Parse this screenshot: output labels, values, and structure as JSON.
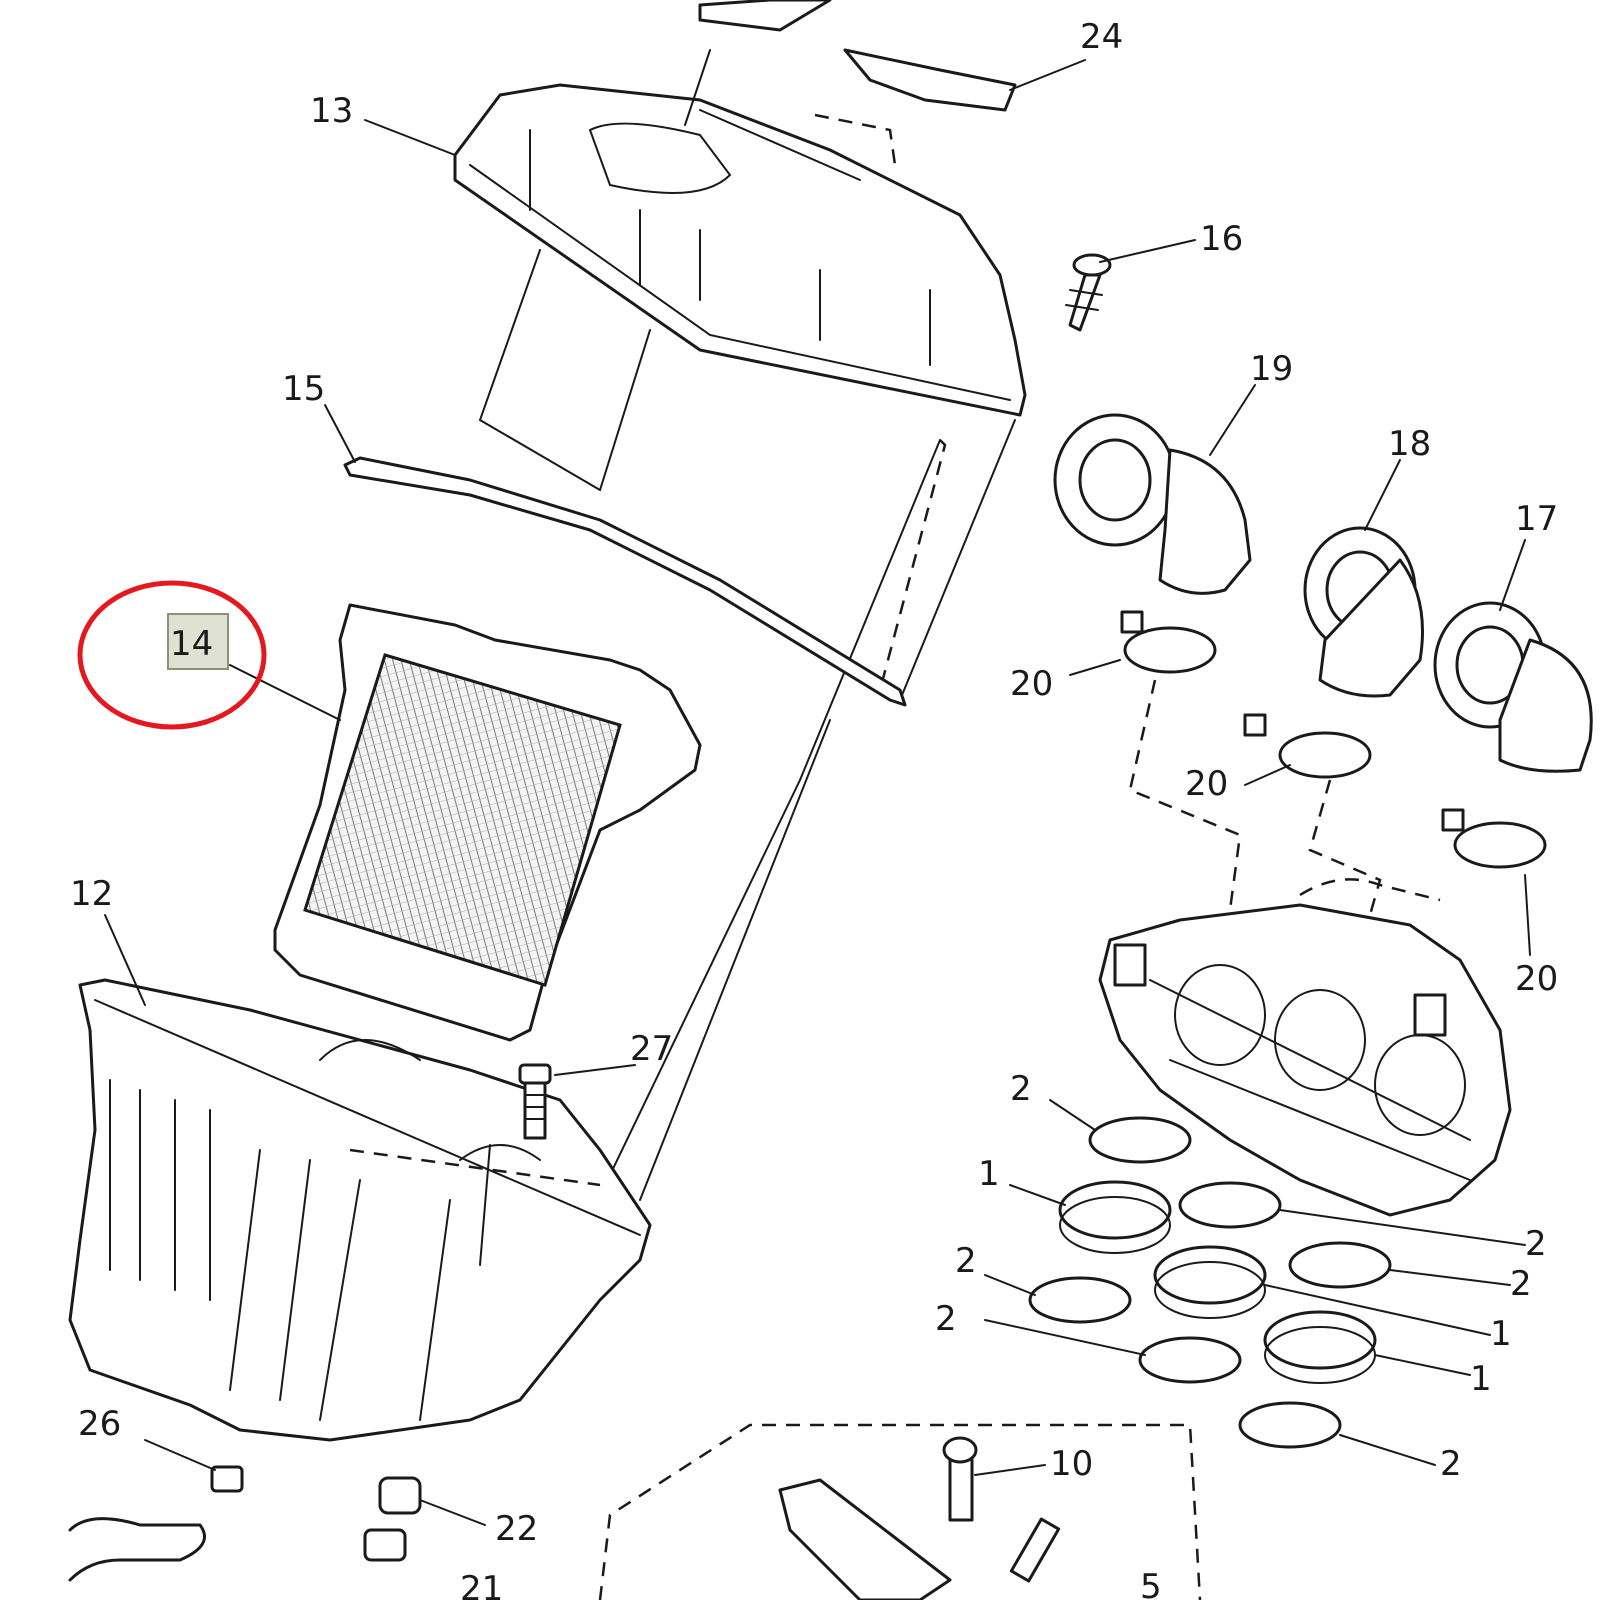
{
  "diagram": {
    "highlight": {
      "part": "14",
      "circle_color": "#e3191f",
      "box_color": "#dfe2d2"
    },
    "callouts": [
      {
        "id": "c24",
        "label": "24"
      },
      {
        "id": "c13",
        "label": "13"
      },
      {
        "id": "c16",
        "label": "16"
      },
      {
        "id": "c19",
        "label": "19"
      },
      {
        "id": "c15",
        "label": "15"
      },
      {
        "id": "c18",
        "label": "18"
      },
      {
        "id": "c17",
        "label": "17"
      },
      {
        "id": "c14",
        "label": "14"
      },
      {
        "id": "c20a",
        "label": "20"
      },
      {
        "id": "c20b",
        "label": "20"
      },
      {
        "id": "c20c",
        "label": "20"
      },
      {
        "id": "c12",
        "label": "12"
      },
      {
        "id": "c27",
        "label": "27"
      },
      {
        "id": "c2a",
        "label": "2"
      },
      {
        "id": "c1a",
        "label": "1"
      },
      {
        "id": "c2b",
        "label": "2"
      },
      {
        "id": "c2c",
        "label": "2"
      },
      {
        "id": "c2d",
        "label": "2"
      },
      {
        "id": "c2e",
        "label": "2"
      },
      {
        "id": "c1b",
        "label": "1"
      },
      {
        "id": "c1c",
        "label": "1"
      },
      {
        "id": "c26",
        "label": "26"
      },
      {
        "id": "c10",
        "label": "10"
      },
      {
        "id": "c22",
        "label": "22"
      },
      {
        "id": "c2f",
        "label": "2"
      },
      {
        "id": "c21",
        "label": "21"
      },
      {
        "id": "c5",
        "label": "5"
      }
    ]
  }
}
